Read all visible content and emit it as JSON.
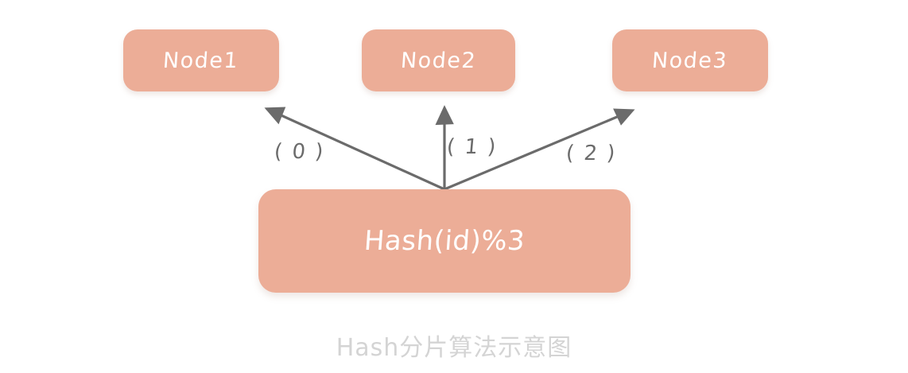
{
  "diagram": {
    "caption": "Hash分片算法示意图",
    "colors": {
      "box_fill": "#ecad97",
      "box_text": "#ffffff",
      "arrow": "#6b6b6b",
      "caption_text": "#d4d4d4",
      "background": "#ffffff"
    },
    "source_node": {
      "label": "Hash(id)%3"
    },
    "target_nodes": [
      {
        "label": "Node1"
      },
      {
        "label": "Node2"
      },
      {
        "label": "Node3"
      }
    ],
    "edges": [
      {
        "label": "( 0 )",
        "from": "Hash(id)%3",
        "to": "Node1"
      },
      {
        "label": "( 1 )",
        "from": "Hash(id)%3",
        "to": "Node2"
      },
      {
        "label": "( 2 )",
        "from": "Hash(id)%3",
        "to": "Node3"
      }
    ]
  }
}
